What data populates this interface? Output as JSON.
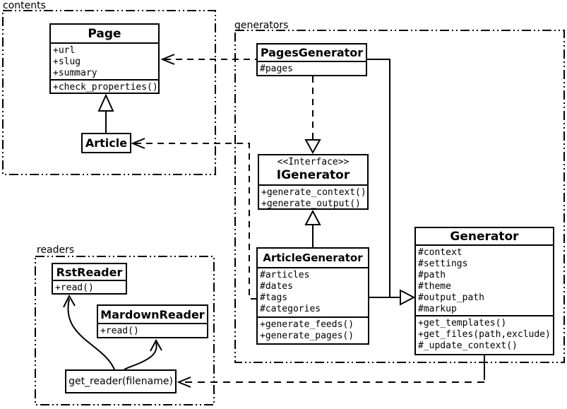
{
  "packages": {
    "contents": {
      "label": "contents"
    },
    "generators": {
      "label": "generators"
    },
    "readers": {
      "label": "readers"
    }
  },
  "classes": {
    "page": {
      "name": "Page",
      "attributes": [
        "+url",
        "+slug",
        "+summary"
      ],
      "methods": [
        "+check_properties()"
      ]
    },
    "article": {
      "name": "Article"
    },
    "pages_generator": {
      "name": "PagesGenerator",
      "attributes": [
        "#pages"
      ]
    },
    "igenerator": {
      "stereotype": "<<Interface>>",
      "name": "IGenerator",
      "methods": [
        "+generate_context()",
        "+generate_output()"
      ]
    },
    "article_generator": {
      "name": "ArticleGenerator",
      "attributes": [
        "#articles",
        "#dates",
        "#tags",
        "#categories"
      ],
      "methods": [
        "+generate_feeds()",
        "+generate_pages()"
      ]
    },
    "generator": {
      "name": "Generator",
      "attributes": [
        "#context",
        "#settings",
        "#path",
        "#theme",
        "#output_path",
        "#markup"
      ],
      "methods": [
        "+get_templates()",
        "+get_files(path,exclude)",
        "#_update_context()"
      ]
    },
    "rst_reader": {
      "name": "RstReader",
      "methods": [
        "+read()"
      ]
    },
    "markdown_reader": {
      "name": "MardownReader",
      "methods": [
        "+read()"
      ]
    },
    "get_reader": {
      "label": "get_reader(filename)"
    }
  },
  "relationships": [
    {
      "from": "Article",
      "to": "Page",
      "type": "generalization"
    },
    {
      "from": "PagesGenerator",
      "to": "Page",
      "type": "dependency"
    },
    {
      "from": "PagesGenerator",
      "to": "IGenerator",
      "type": "realization"
    },
    {
      "from": "ArticleGenerator",
      "to": "IGenerator",
      "type": "generalization"
    },
    {
      "from": "PagesGenerator",
      "to": "Generator",
      "type": "generalization"
    },
    {
      "from": "ArticleGenerator",
      "to": "Generator",
      "type": "generalization"
    },
    {
      "from": "ArticleGenerator",
      "to": "Article",
      "type": "dependency"
    },
    {
      "from": "Generator",
      "to": "get_reader(filename)",
      "type": "dependency"
    },
    {
      "from": "get_reader(filename)",
      "to": "RstReader",
      "type": "arrow"
    },
    {
      "from": "get_reader(filename)",
      "to": "MardownReader",
      "type": "arrow"
    }
  ],
  "colors": {
    "line": "#000000",
    "background": "#ffffff"
  }
}
